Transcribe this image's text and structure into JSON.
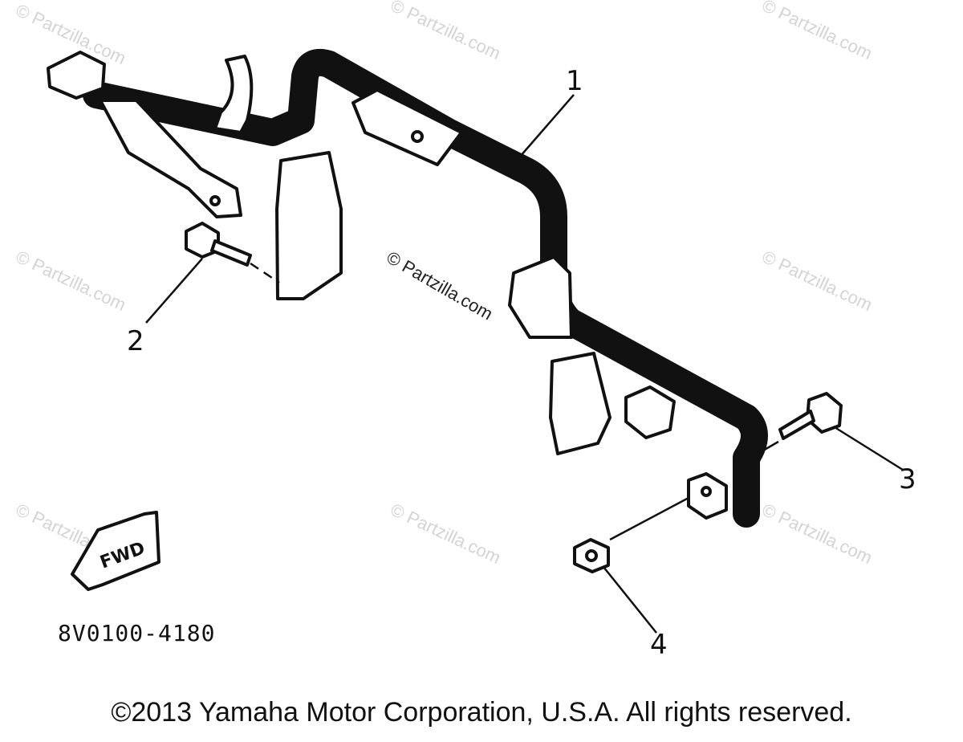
{
  "callouts": [
    {
      "number": "1"
    },
    {
      "number": "2"
    },
    {
      "number": "3"
    },
    {
      "number": "4"
    }
  ],
  "part_code": "8V0100-4180",
  "fwd_label": "FWD",
  "watermark": "© Partzilla.com",
  "copyright": "©2013 Yamaha Motor Corporation, U.S.A. All rights reserved."
}
